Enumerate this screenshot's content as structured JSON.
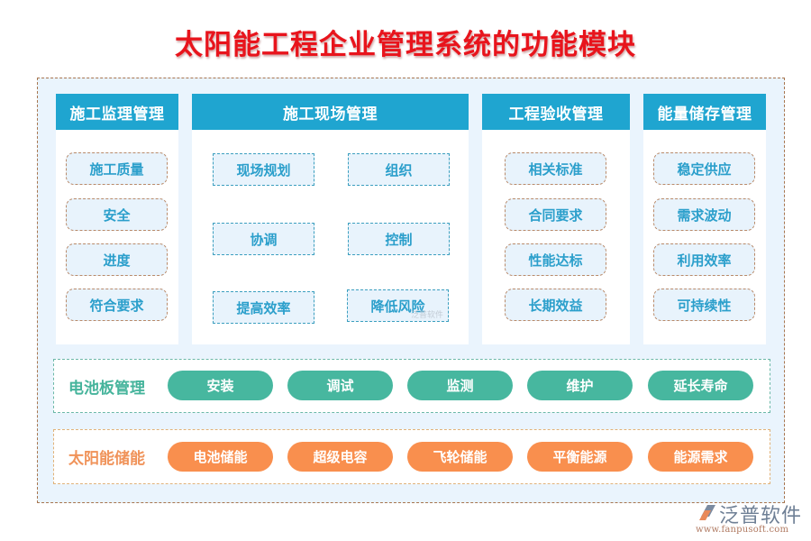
{
  "title": "太阳能工程企业管理系统的功能模块",
  "panels": [
    {
      "header": "施工监理管理",
      "items": [
        "施工质量",
        "安全",
        "进度",
        "符合要求"
      ]
    },
    {
      "header": "施工现场管理",
      "items": [
        "现场规划",
        "组织",
        "协调",
        "控制",
        "提高效率",
        "降低风险"
      ]
    },
    {
      "header": "工程验收管理",
      "items": [
        "相关标准",
        "合同要求",
        "性能达标",
        "长期效益"
      ]
    },
    {
      "header": "能量储存管理",
      "items": [
        "稳定供应",
        "需求波动",
        "利用效率",
        "可持续性"
      ]
    }
  ],
  "bands": [
    {
      "label": "电池板管理",
      "items": [
        "安装",
        "调试",
        "监测",
        "维护",
        "延长寿命"
      ]
    },
    {
      "label": "太阳能储能",
      "items": [
        "电池储能",
        "超级电容",
        "飞轮储能",
        "平衡能源",
        "能源需求"
      ]
    }
  ],
  "watermark": "泛普软件",
  "logo": {
    "name": "泛普软件",
    "url": "www.fanpusoft.com"
  },
  "colors": {
    "title": "#e8141c",
    "panel_header": "#1fa5d0",
    "item_text": "#2b9fcb",
    "green_pill": "#47b79f",
    "orange_pill": "#f98f4e",
    "background": "#eaf4fd"
  }
}
